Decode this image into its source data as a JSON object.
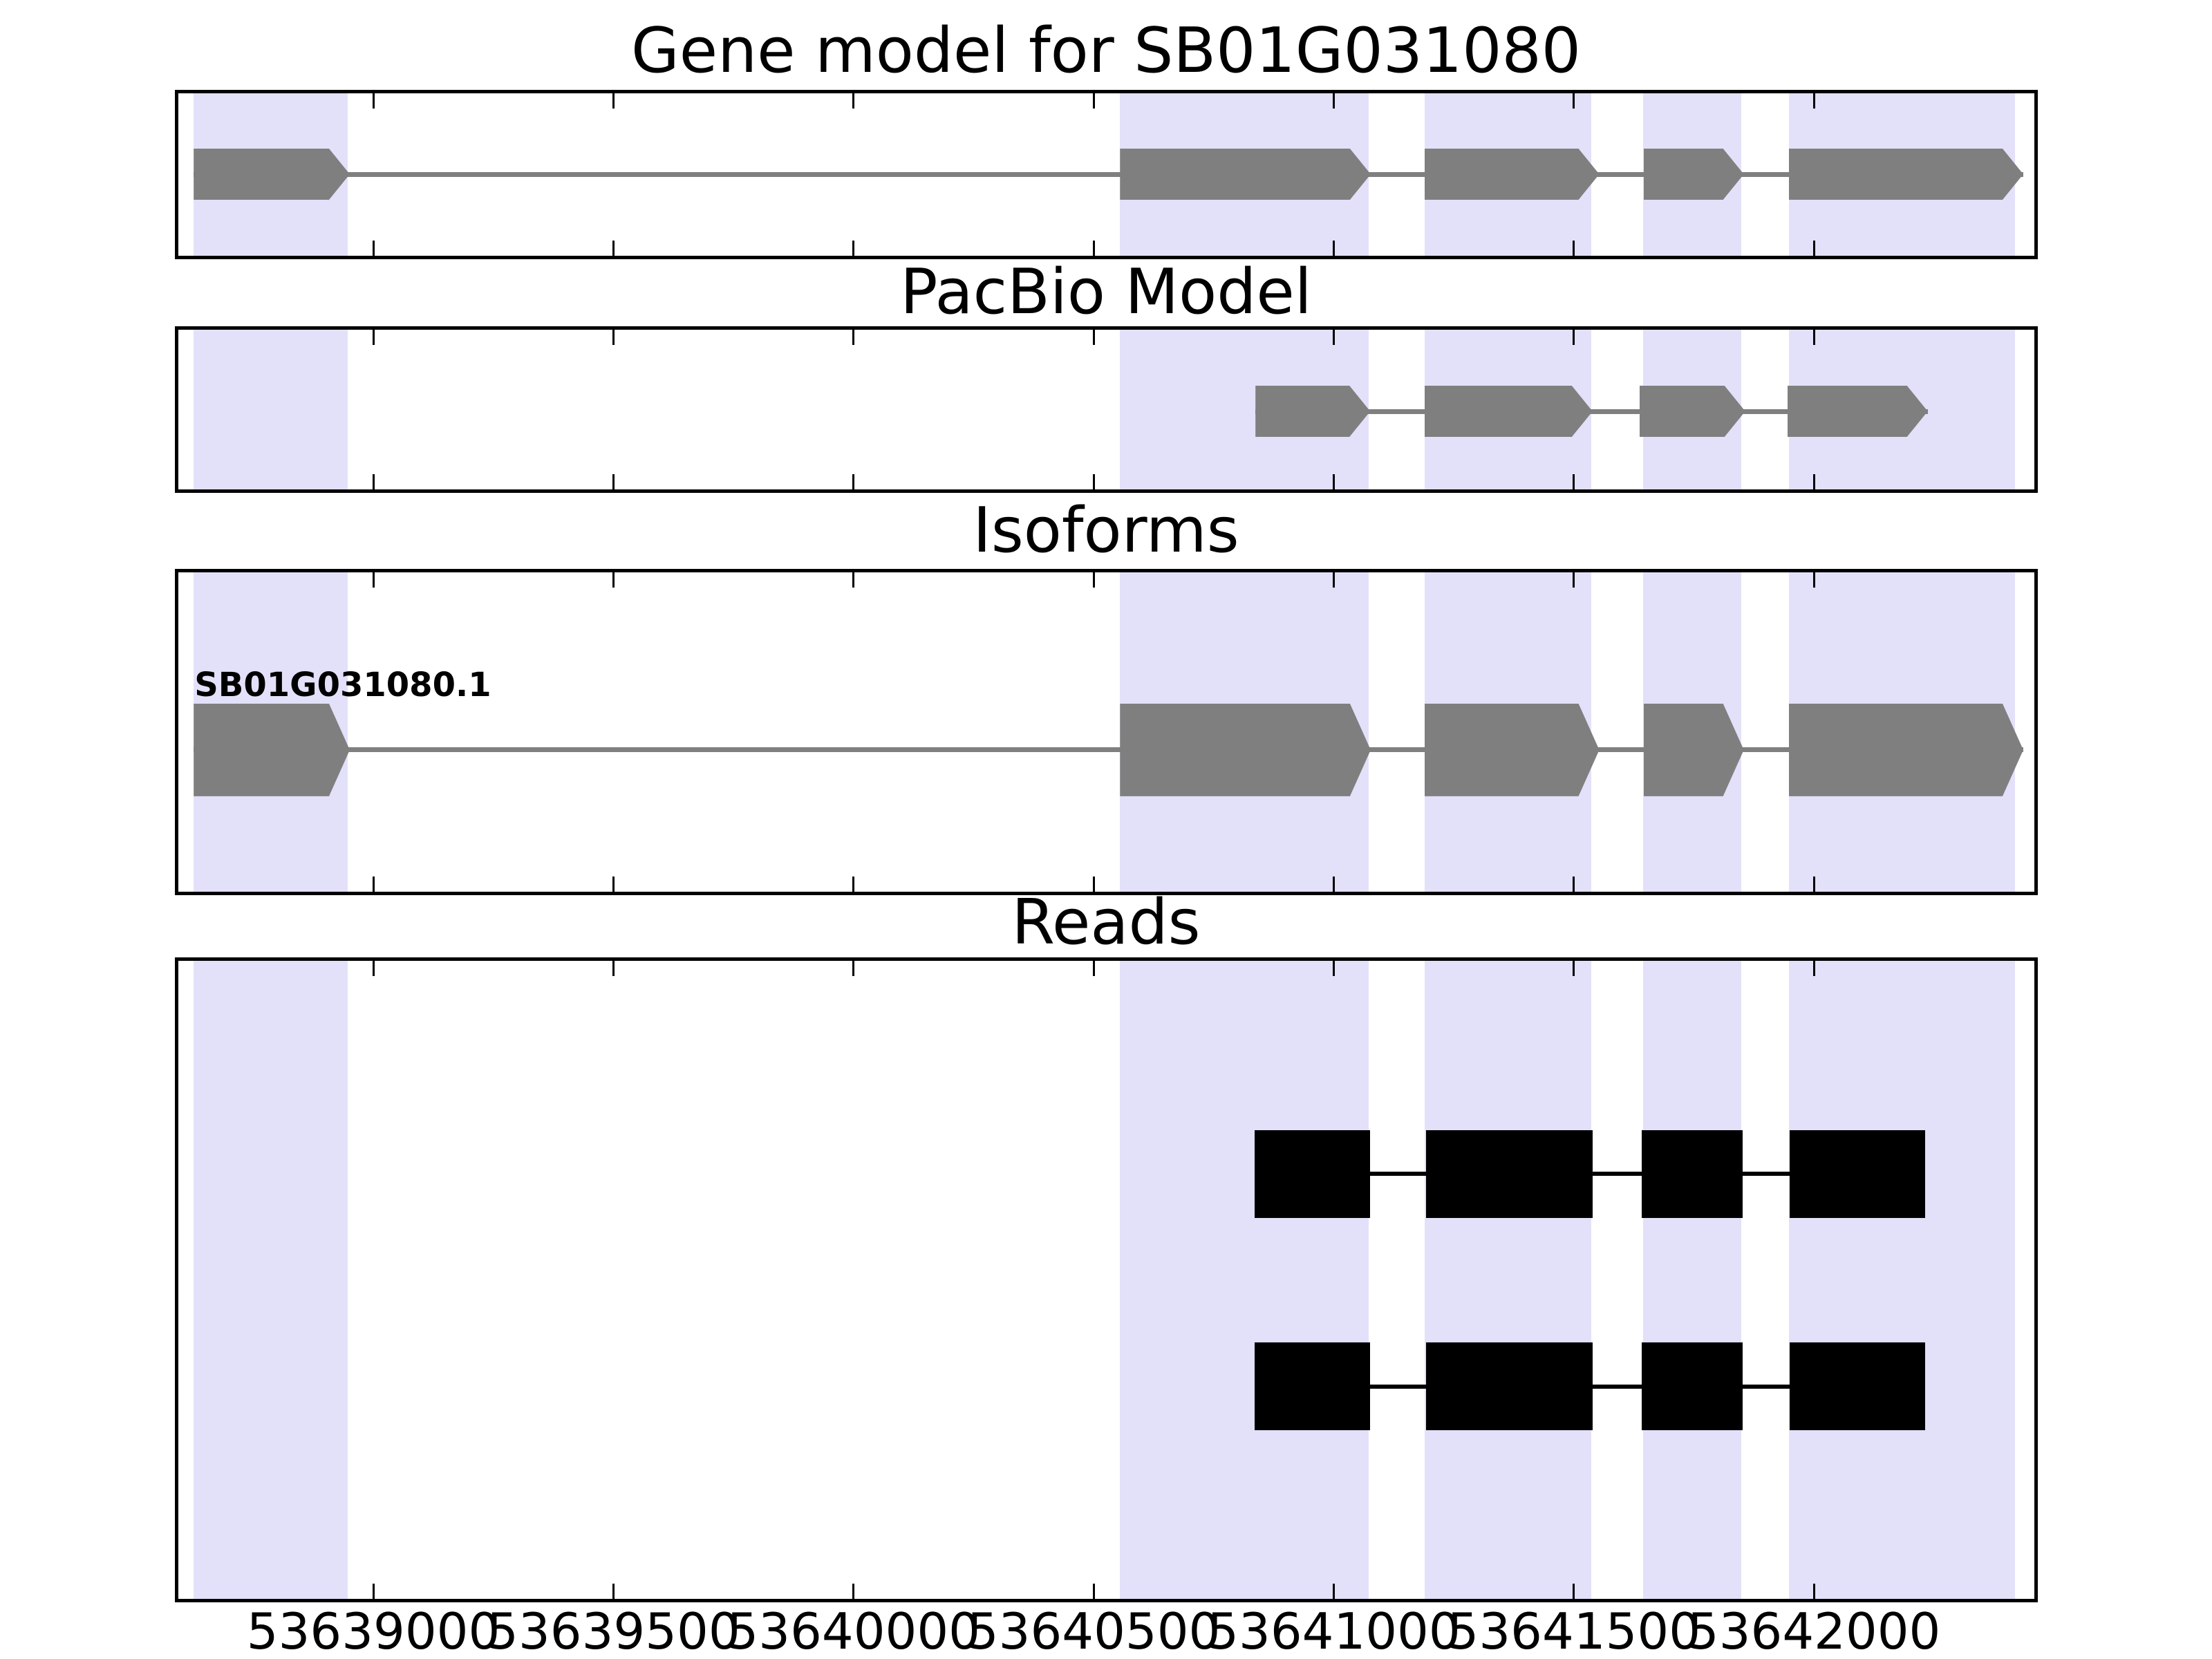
{
  "chart_data": {
    "type": "gene-structure-tracks",
    "figure_title": "Gene model for SB01G031080",
    "x_axis": {
      "xlim": [
        53638594,
        53642459
      ],
      "ticks": [
        53639000,
        53639500,
        53640000,
        53640500,
        53641000,
        53641500,
        53642000
      ],
      "tick_labels": [
        "53639000",
        "53639500",
        "53640000",
        "53640500",
        "53641000",
        "53641500",
        "53642000"
      ]
    },
    "highlight_regions": [
      [
        53638626,
        53638947
      ],
      [
        53640555,
        53641073
      ],
      [
        53641189,
        53641536
      ],
      [
        53641644,
        53641848
      ],
      [
        53641948,
        53642419
      ]
    ],
    "panels": [
      {
        "name": "gene-model",
        "title": "Gene model for SB01G031080",
        "style": "arrow",
        "color": "#7f7f7f",
        "tracks": [
          {
            "label": "",
            "exons": [
              [
                53638626,
                53638951
              ],
              [
                53640555,
                53641077
              ],
              [
                53641189,
                53641553
              ],
              [
                53641645,
                53641854
              ],
              [
                53641948,
                53642436
              ]
            ]
          }
        ]
      },
      {
        "name": "pacbio-model",
        "title": "PacBio Model",
        "style": "arrow",
        "color": "#7f7f7f",
        "tracks": [
          {
            "label": "",
            "exons": [
              [
                53640837,
                53641076
              ],
              [
                53641189,
                53641539
              ],
              [
                53641637,
                53641857
              ],
              [
                53641945,
                53642237
              ]
            ]
          }
        ]
      },
      {
        "name": "isoforms",
        "title": "Isoforms",
        "style": "arrow",
        "color": "#7f7f7f",
        "tracks": [
          {
            "label": "SB01G031080.1",
            "exons": [
              [
                53638626,
                53638951
              ],
              [
                53640555,
                53641077
              ],
              [
                53641189,
                53641553
              ],
              [
                53641645,
                53641854
              ],
              [
                53641948,
                53642436
              ]
            ]
          }
        ]
      },
      {
        "name": "reads",
        "title": "Reads",
        "style": "box",
        "color": "#000000",
        "tracks": [
          {
            "label": "",
            "exons": [
              [
                53640835,
                53641076
              ],
              [
                53641192,
                53641539
              ],
              [
                53641642,
                53641851
              ],
              [
                53641950,
                53642231
              ]
            ]
          },
          {
            "label": "",
            "exons": [
              [
                53640835,
                53641076
              ],
              [
                53641192,
                53641539
              ],
              [
                53641642,
                53641851
              ],
              [
                53641950,
                53642231
              ]
            ]
          }
        ]
      }
    ],
    "colors": {
      "highlight_band": "#e2e1f9",
      "exon_gray": "#7f7f7f",
      "read_black": "#000000",
      "axis_border": "#000000",
      "background": "#ffffff"
    }
  }
}
